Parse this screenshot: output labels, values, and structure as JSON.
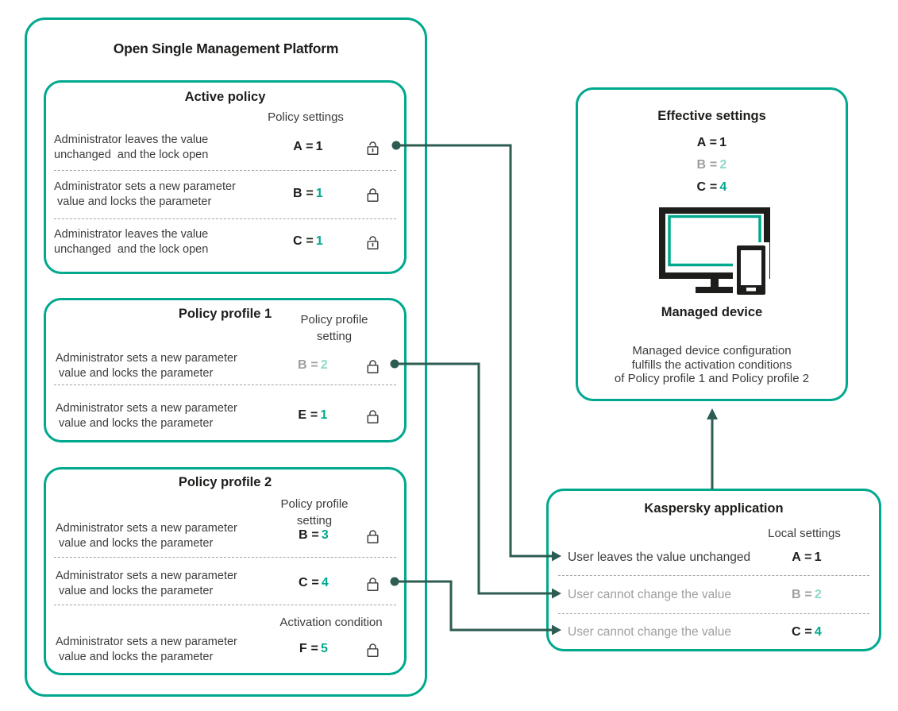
{
  "colors": {
    "accent_teal": "#00a88e",
    "connector_dark": "#2d5c52",
    "pale_teal": "#8fd7c6",
    "muted_gray": "#9e9e9d",
    "ink": "#1d1d1b"
  },
  "osmp": {
    "title": "Open Single Management Platform",
    "active": {
      "title": "Active policy",
      "header": "Policy settings",
      "rows": [
        {
          "text": "Administrator leaves the value\nunchanged  and the lock open",
          "label": "A =",
          "num": "1",
          "lock": "open"
        },
        {
          "text": "Administrator sets a new parameter\n value and locks the parameter",
          "label": "B =",
          "num": "1",
          "lock": "closed"
        },
        {
          "text": "Administrator leaves the value\nunchanged  and the lock open",
          "label": "C =",
          "num": "1",
          "lock": "open"
        }
      ]
    },
    "profile1": {
      "title": "Policy profile 1",
      "header": "Policy profile\nsetting",
      "rows": [
        {
          "text": "Administrator sets a new parameter\n value and locks the parameter",
          "label": "B =",
          "num": "2",
          "lock": "closed"
        },
        {
          "text": "Administrator sets a new parameter\n value and locks the parameter",
          "label": "E =",
          "num": "1",
          "lock": "closed"
        }
      ]
    },
    "profile2": {
      "title": "Policy profile 2",
      "header": "Policy profile\nsetting",
      "activation_header": "Activation condition",
      "rows": [
        {
          "text": "Administrator sets a new parameter\n value and locks the parameter",
          "label": "B =",
          "num": "3",
          "lock": "closed"
        },
        {
          "text": "Administrator sets a new parameter\n value and locks the parameter",
          "label": "C =",
          "num": "4",
          "lock": "closed"
        },
        {
          "text": "Administrator sets a new parameter\n value and locks the parameter",
          "label": "F =",
          "num": "5",
          "lock": "closed"
        }
      ]
    }
  },
  "effective": {
    "title": "Effective settings",
    "values": [
      {
        "label": "A =",
        "num": "1"
      },
      {
        "label": "B =",
        "num": "2"
      },
      {
        "label": "C =",
        "num": "4"
      }
    ],
    "device_label": "Managed device",
    "note": "Managed device configuration\nfulfills the activation conditions\nof Policy profile 1 and Policy profile 2"
  },
  "kaspersky": {
    "title": "Kaspersky application",
    "header": "Local settings",
    "rows": [
      {
        "text": "User leaves the value unchanged",
        "label": "A =",
        "num": "1"
      },
      {
        "text": "User cannot change the value",
        "label": "B =",
        "num": "2"
      },
      {
        "text": "User cannot change the value",
        "label": "C =",
        "num": "4"
      }
    ]
  }
}
